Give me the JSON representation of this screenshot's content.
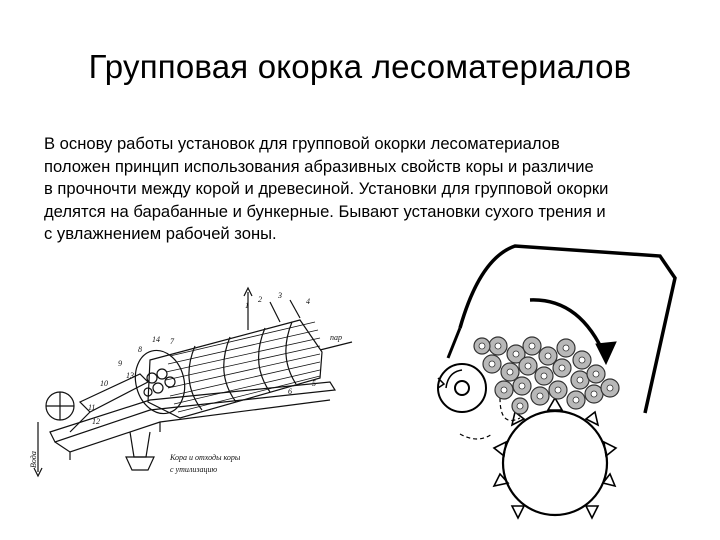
{
  "slide": {
    "title": "Групповая окорка лесоматериалов",
    "body_lines": [
      "В основу работы установок для групповой окорки лесоматериалов",
      "положен принцип использования абразивных свойств коры и различие",
      "в прочночти между корой и древесиной. Установки для групповой окорки",
      "делятся на барабанные и бункерные. Бывают установки сухого трения и",
      "с увлажнением рабочей зоны."
    ]
  },
  "drum_figure": {
    "labels": {
      "steam": "пар",
      "bark_out": "Кора и отходы коры",
      "bark_out_2": "с утилизацию",
      "water": "Вода",
      "n1": "1",
      "n2": "2",
      "n3": "3",
      "n4": "4",
      "n5": "5",
      "n6": "6",
      "n7": "7",
      "n8": "8",
      "n9": "9",
      "n10": "10",
      "n11": "11",
      "n12": "12",
      "n13": "13",
      "n14": "14"
    }
  },
  "bunker_figure": {
    "rotation": "clockwise",
    "log_count": 22
  },
  "colors": {
    "text": "#000000",
    "background": "#ffffff",
    "log_fill": "#b8b8b8"
  }
}
